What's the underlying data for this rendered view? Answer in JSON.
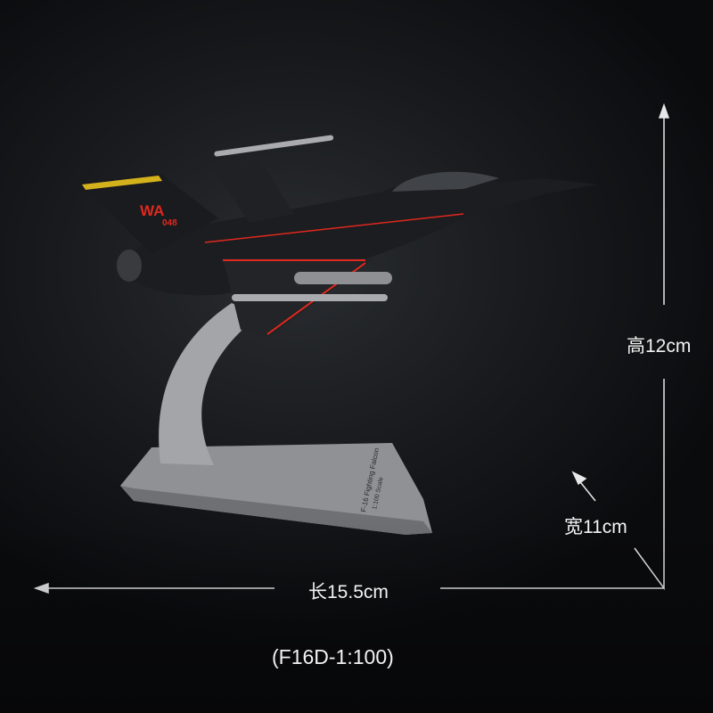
{
  "dimensions": {
    "height": "高12cm",
    "width": "宽11cm",
    "length": "长15.5cm"
  },
  "model_caption": "(F16D-1:100)",
  "aircraft_markings": {
    "tail_code": "WA",
    "serial": "048"
  },
  "base_inscription": {
    "line1": "F-16 Fighting Falcon",
    "line2": "1:100 Scale"
  },
  "colors": {
    "background": "#15171a",
    "aircraft_body": "#1c1d20",
    "accent_red": "#e0281e",
    "stand": "#9a9ca0",
    "text": "#f2f2f2"
  }
}
